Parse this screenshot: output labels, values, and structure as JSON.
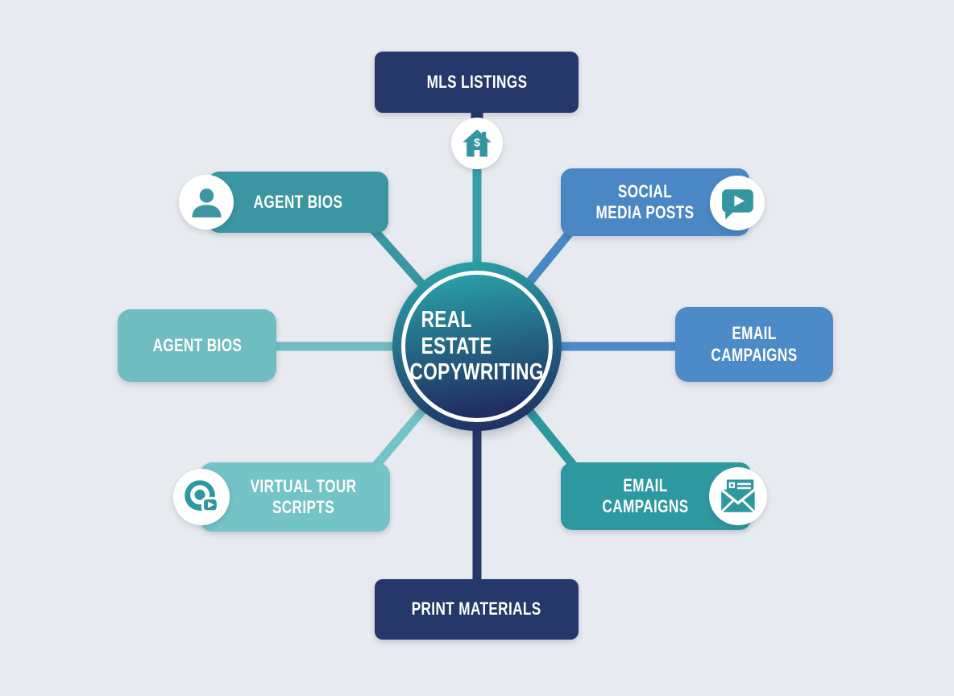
{
  "diagram_title": "REAL ESTATE COPYWRITING",
  "background_color": "#e7eaee",
  "center": {
    "line1": "REAL ESTATE",
    "line2": "COPYWRITING",
    "gradient_top": "#2aa2a8",
    "gradient_bottom": "#1e2e62",
    "ring_color": "#ffffff"
  },
  "nodes": [
    {
      "id": "mls-listings",
      "label": "MLS LISTINGS",
      "color": "#26386a",
      "icon": "house-dollar-icon",
      "position": "top"
    },
    {
      "id": "agent-bios-upper-left",
      "label": "AGENT BIOS",
      "color": "#3b96a2",
      "icon": "person-icon",
      "position": "upper-left"
    },
    {
      "id": "social-media-posts",
      "label": "SOCIAL MEDIA POSTS",
      "color": "#4a87c4",
      "icon": "chat-play-icon",
      "position": "upper-right"
    },
    {
      "id": "agent-bios-left",
      "label": "AGENT BIOS",
      "color": "#6fbdc1",
      "position": "left"
    },
    {
      "id": "email-campaigns-right",
      "label": "EMAIL CAMPAIGNS",
      "color": "#4c8bc7",
      "position": "right"
    },
    {
      "id": "virtual-tour-scripts",
      "label": "VIRTUAL TOUR SCRIPTS",
      "color": "#74c3c6",
      "icon": "virtual-tour-icon",
      "position": "lower-left"
    },
    {
      "id": "email-campaigns-lower-right",
      "label": "EMAIL CAMPAIGNS",
      "color": "#2e98a0",
      "icon": "envelope-icon",
      "position": "lower-right"
    },
    {
      "id": "print-materials",
      "label": "PRINT MATERIALS",
      "color": "#26386a",
      "position": "bottom"
    }
  ],
  "icon_color": "#34959f",
  "connectors": [
    {
      "from": "center",
      "to": "mls-listings",
      "color": "#379da6"
    },
    {
      "from": "center",
      "to": "agent-bios-upper-left",
      "color": "#3b96a2"
    },
    {
      "from": "center",
      "to": "social-media-posts",
      "color": "#4a87c4"
    },
    {
      "from": "center",
      "to": "agent-bios-left",
      "color": "#6fbdc1"
    },
    {
      "from": "center",
      "to": "email-campaigns-right",
      "color": "#4c8bc7"
    },
    {
      "from": "center",
      "to": "virtual-tour-scripts",
      "color": "#74c3c6"
    },
    {
      "from": "center",
      "to": "email-campaigns-lower-right",
      "color": "#2e98a0"
    },
    {
      "from": "center",
      "to": "print-materials",
      "color": "#26386a"
    },
    {
      "from": "mls-listings",
      "to": "house-dollar-icon",
      "color": "#26386a"
    }
  ]
}
